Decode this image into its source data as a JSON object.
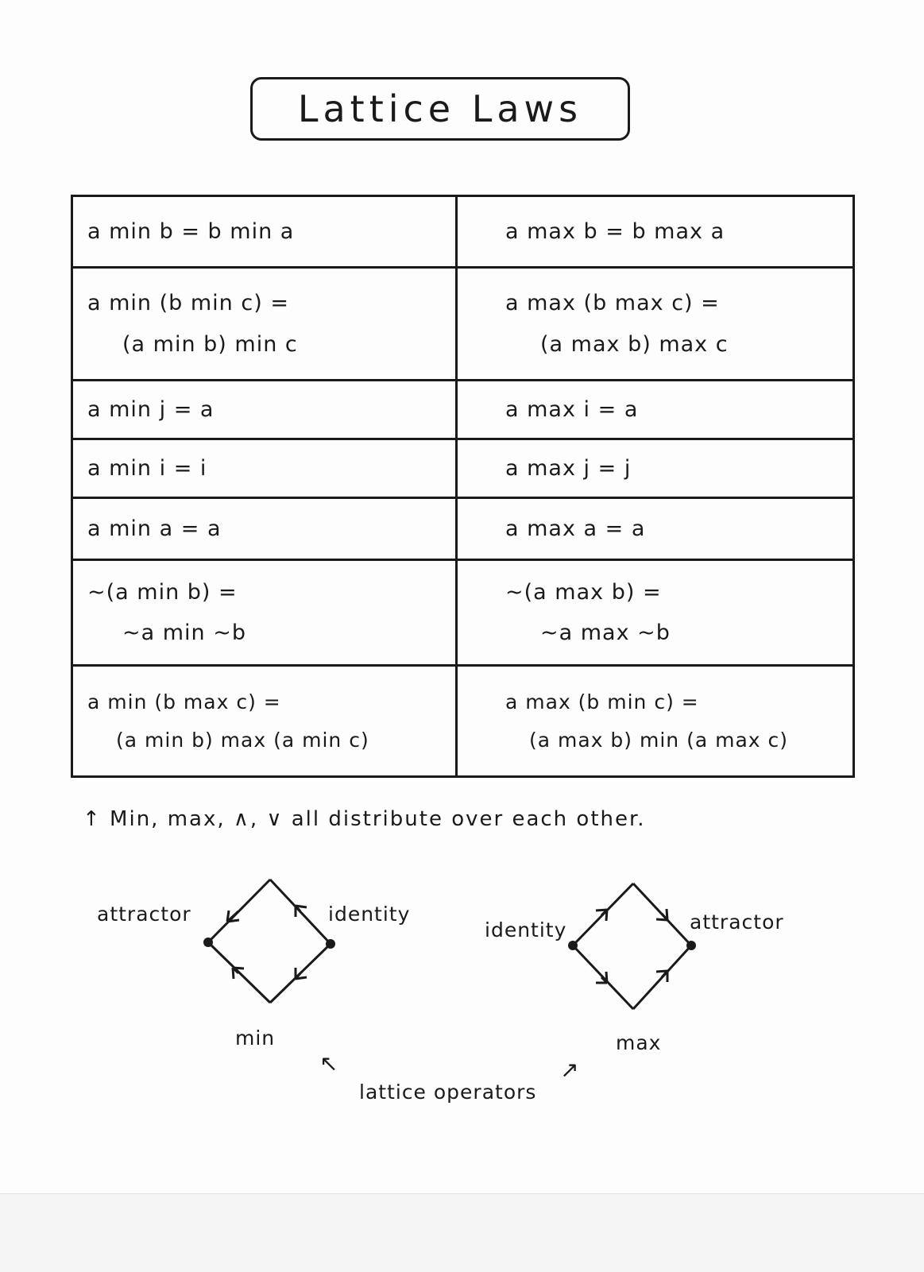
{
  "title": "Lattice Laws",
  "laws": [
    {
      "left": [
        "a min b = b min a"
      ],
      "right": [
        "a max b = b max a"
      ]
    },
    {
      "left": [
        "a min (b min c) =",
        "(a min b) min c"
      ],
      "right": [
        "a max (b max c) =",
        "(a max b) max c"
      ]
    },
    {
      "left": [
        "a min j = a"
      ],
      "right": [
        "a max i = a"
      ]
    },
    {
      "left": [
        "a min i = i"
      ],
      "right": [
        "a max j = j"
      ]
    },
    {
      "left": [
        "a min a = a"
      ],
      "right": [
        "a max a = a"
      ]
    },
    {
      "left": [
        "~(a min b) =",
        "~a min ~b"
      ],
      "right": [
        "~(a max b) =",
        "~a max ~b"
      ]
    },
    {
      "left": [
        "a min (b max c) =",
        "(a min b) max (a min c)"
      ],
      "right": [
        "a max (b min c) =",
        "(a max b) min (a max c)"
      ]
    }
  ],
  "note": "↑ Min, max, ∧, ∨ all distribute over each other.",
  "diagrams": {
    "min": {
      "left_label": "attractor",
      "right_label": "identity",
      "bottom_label": "min"
    },
    "max": {
      "left_label": "identity",
      "right_label": "attractor",
      "bottom_label": "max"
    },
    "caption": "lattice operators",
    "caption_left_arrow": "↖",
    "caption_right_arrow": "↗"
  }
}
